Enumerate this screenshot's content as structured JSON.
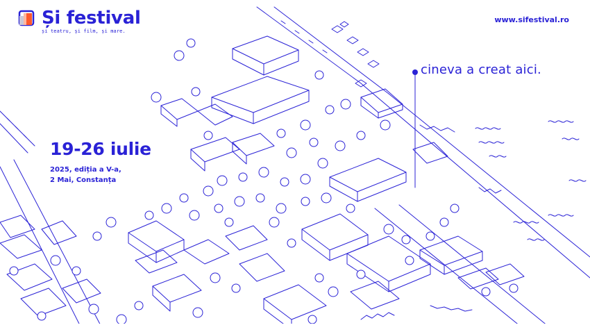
{
  "brand": {
    "name": "Și festival",
    "tagline": "și teatru, și film, și mare.",
    "url": "www.sifestival.ro",
    "primary_color": "#2a22d6",
    "accent_color": "#ff5a2c",
    "logo_icon": "festival-logo-icon"
  },
  "event": {
    "dates": "19-26 iulie",
    "edition": "2025, ediția a V-a,",
    "location": "2 Mai, Constanța"
  },
  "slogan": "cineva a creat aici."
}
